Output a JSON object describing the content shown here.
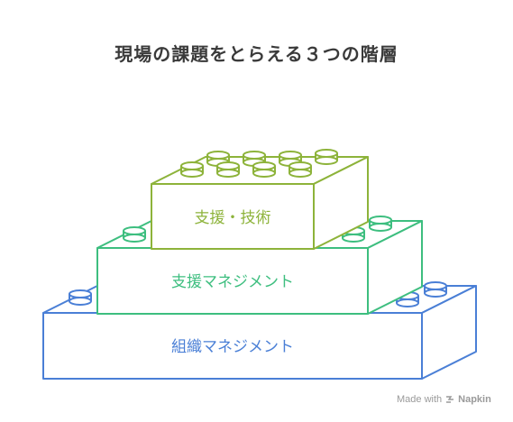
{
  "title": "現場の課題をとらえる３つの階層",
  "layers": [
    {
      "label": "支援・技術",
      "color": "#8db33a"
    },
    {
      "label": "支援マネジメント",
      "color": "#3dbe7f"
    },
    {
      "label": "組織マネジメント",
      "color": "#4a7fd6"
    }
  ],
  "credit": {
    "made_with": "Made with",
    "brand": "Napkin",
    "icon": "napkin-logo-icon"
  }
}
